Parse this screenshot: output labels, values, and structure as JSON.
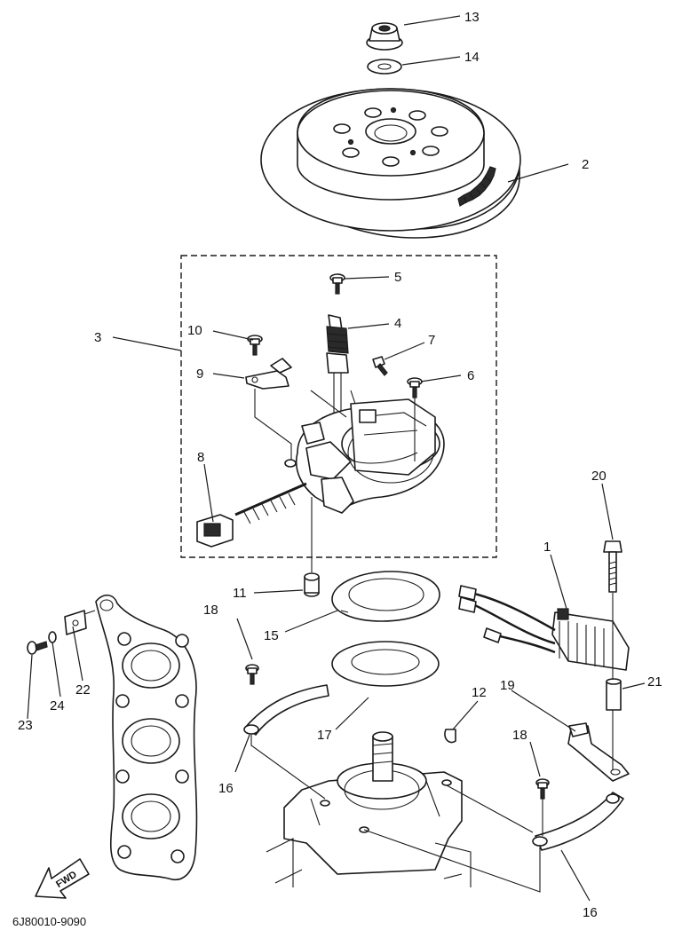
{
  "diagram_code": "6J80010-9090",
  "fwd_label": "FWD",
  "callouts": [
    {
      "id": "1",
      "label": "1"
    },
    {
      "id": "2",
      "label": "2"
    },
    {
      "id": "3",
      "label": "3"
    },
    {
      "id": "4",
      "label": "4"
    },
    {
      "id": "5",
      "label": "5"
    },
    {
      "id": "6",
      "label": "6"
    },
    {
      "id": "7",
      "label": "7"
    },
    {
      "id": "8",
      "label": "8"
    },
    {
      "id": "9",
      "label": "9"
    },
    {
      "id": "10",
      "label": "10"
    },
    {
      "id": "11",
      "label": "11"
    },
    {
      "id": "12",
      "label": "12"
    },
    {
      "id": "13",
      "label": "13"
    },
    {
      "id": "14",
      "label": "14"
    },
    {
      "id": "15",
      "label": "15"
    },
    {
      "id": "16a",
      "label": "16"
    },
    {
      "id": "16b",
      "label": "16"
    },
    {
      "id": "17",
      "label": "17"
    },
    {
      "id": "18a",
      "label": "18"
    },
    {
      "id": "18b",
      "label": "18"
    },
    {
      "id": "19",
      "label": "19"
    },
    {
      "id": "20",
      "label": "20"
    },
    {
      "id": "21",
      "label": "21"
    },
    {
      "id": "22",
      "label": "22"
    },
    {
      "id": "23",
      "label": "23"
    },
    {
      "id": "24",
      "label": "24"
    }
  ]
}
